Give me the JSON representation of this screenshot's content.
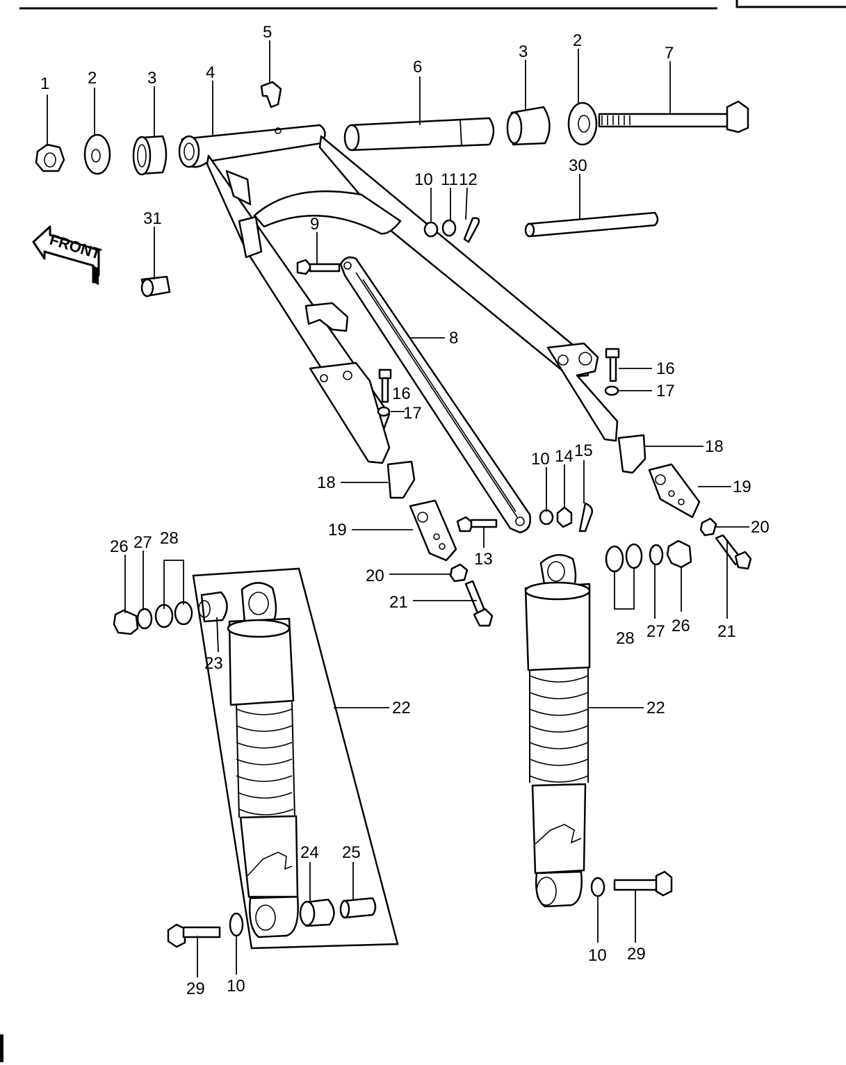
{
  "front_label": "FRONT",
  "callouts": [
    {
      "id": "c1",
      "text": "1"
    },
    {
      "id": "c2a",
      "text": "2"
    },
    {
      "id": "c3a",
      "text": "3"
    },
    {
      "id": "c4",
      "text": "4"
    },
    {
      "id": "c5",
      "text": "5"
    },
    {
      "id": "c6",
      "text": "6"
    },
    {
      "id": "c3b",
      "text": "3"
    },
    {
      "id": "c2b",
      "text": "2"
    },
    {
      "id": "c7",
      "text": "7"
    },
    {
      "id": "c30",
      "text": "30"
    },
    {
      "id": "c10a",
      "text": "10"
    },
    {
      "id": "c11",
      "text": "11"
    },
    {
      "id": "c12",
      "text": "12"
    },
    {
      "id": "c9",
      "text": "9"
    },
    {
      "id": "c31",
      "text": "31"
    },
    {
      "id": "c8",
      "text": "8"
    },
    {
      "id": "c16a",
      "text": "16"
    },
    {
      "id": "c17a",
      "text": "17"
    },
    {
      "id": "c16b",
      "text": "16"
    },
    {
      "id": "c17b",
      "text": "17"
    },
    {
      "id": "c10b",
      "text": "10"
    },
    {
      "id": "c14",
      "text": "14"
    },
    {
      "id": "c15",
      "text": "15"
    },
    {
      "id": "c18a",
      "text": "18"
    },
    {
      "id": "c18b",
      "text": "18"
    },
    {
      "id": "c19a",
      "text": "19"
    },
    {
      "id": "c19b",
      "text": "19"
    },
    {
      "id": "c20a",
      "text": "20"
    },
    {
      "id": "c20b",
      "text": "20"
    },
    {
      "id": "c13",
      "text": "13"
    },
    {
      "id": "c21a",
      "text": "21"
    },
    {
      "id": "c21b",
      "text": "21"
    },
    {
      "id": "c26a",
      "text": "26"
    },
    {
      "id": "c27a",
      "text": "27"
    },
    {
      "id": "c28a",
      "text": "28"
    },
    {
      "id": "c23",
      "text": "23"
    },
    {
      "id": "c22a",
      "text": "22"
    },
    {
      "id": "c22b",
      "text": "22"
    },
    {
      "id": "c28b",
      "text": "28"
    },
    {
      "id": "c27b",
      "text": "27"
    },
    {
      "id": "c26b",
      "text": "26"
    },
    {
      "id": "c24",
      "text": "24"
    },
    {
      "id": "c25",
      "text": "25"
    },
    {
      "id": "c29a",
      "text": "29"
    },
    {
      "id": "c10c",
      "text": "10"
    },
    {
      "id": "c10d",
      "text": "10"
    },
    {
      "id": "c29b",
      "text": "29"
    }
  ]
}
